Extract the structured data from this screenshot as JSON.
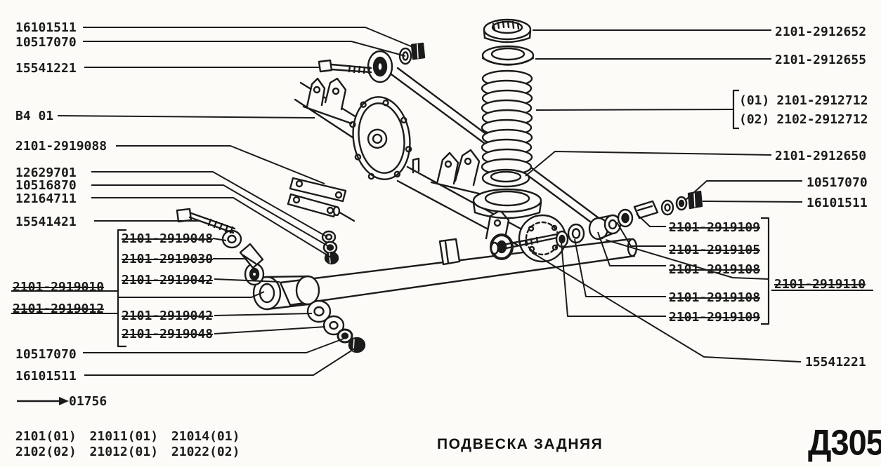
{
  "page": {
    "title": "ПОДВЕСКА ЗАДНЯЯ",
    "page_code": "Д305",
    "section_ref": "B4 01",
    "view_ref": "01756",
    "applicability": [
      "2101(01) 21011(01) 21014(01)",
      "2102(02) 21012(01) 21022(02)"
    ]
  },
  "colors": {
    "ink": "#1b1b1b",
    "paper": "#fcfbf8"
  },
  "callouts": {
    "top_left": [
      "16101511",
      "10517070",
      "15541221"
    ],
    "left": [
      "2101-2919088",
      "12629701",
      "10516870",
      "12164711",
      "15541421"
    ],
    "left_group_struck": [
      "2101-2919048",
      "2101-2919030",
      "2101-2919042",
      "2101-2919042",
      "2101-2919048"
    ],
    "left_struck": [
      "2101-2919010",
      "2101-2919012"
    ],
    "bottom_left": [
      "10517070",
      "16101511"
    ],
    "top_right": [
      "2101-2912652",
      "2101-2912655"
    ],
    "spring_variants": [
      {
        "variant": "(01)",
        "number": "2101-2912712"
      },
      {
        "variant": "(02)",
        "number": "2102-2912712"
      }
    ],
    "right": [
      "2101-2912650",
      "10517070",
      "16101511"
    ],
    "right_group_struck": [
      "2101-2919109",
      "2101-2919105",
      "2101-2919108",
      "2101-2919108",
      "2101-2919109"
    ],
    "right_struck": "2101-2919110",
    "bottom_right": "15541221"
  }
}
